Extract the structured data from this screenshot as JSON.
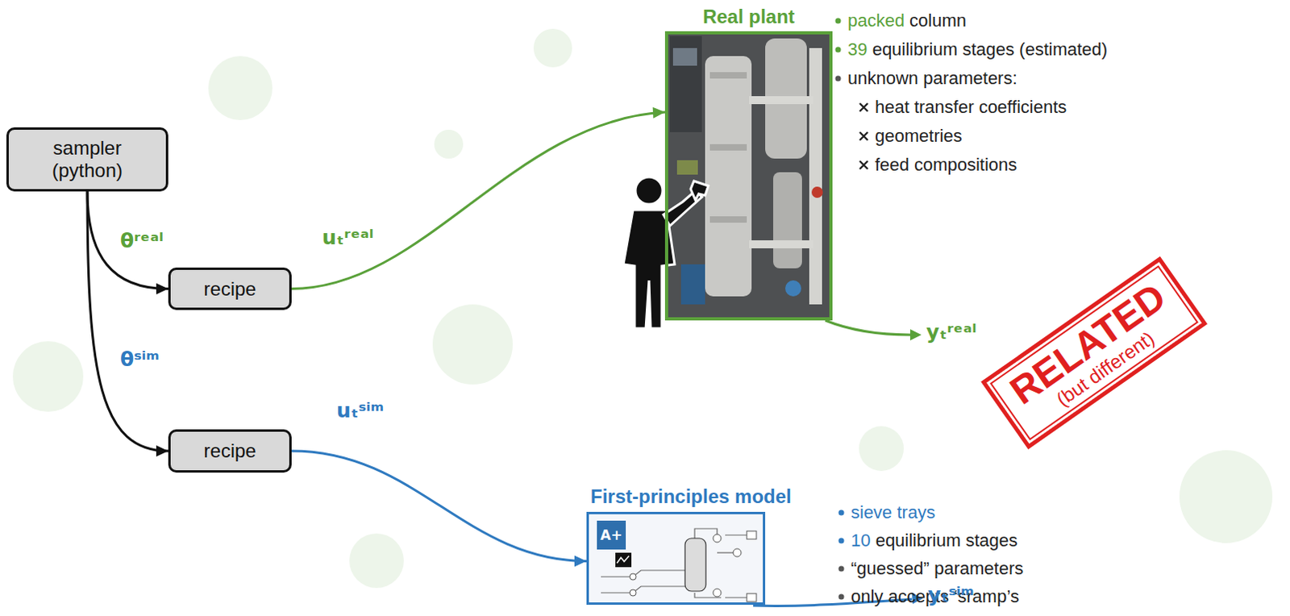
{
  "diagram": {
    "nodes": [
      {
        "text": [
          "sampler (python)"
        ]
      },
      {
        "text": [
          "recipe"
        ]
      },
      {
        "text": [
          "recipe"
        ]
      },
      {
        "text": [
          "Real plant"
        ]
      },
      {
        "text": [
          "First-principles model"
        ]
      }
    ],
    "edges": [
      {
        "from": 0,
        "to": 1,
        "arrow": "to",
        "label": "θʳᵉᵃˡ"
      },
      {
        "from": 0,
        "to": 2,
        "arrow": "to",
        "label": "θˢⁱᵐ"
      },
      {
        "from": 1,
        "to": 3,
        "arrow": "to",
        "label": "uₜʳᵉᵃˡ"
      },
      {
        "from": 2,
        "to": 4,
        "arrow": "to",
        "label": "uₜˢⁱᵐ"
      }
    ],
    "labels": [
      "packed",
      "column",
      "39",
      "equilibrium stages (estimated)",
      "unknown parameters:",
      "heat transfer coefficients",
      "geometries",
      "feed compositions",
      "yₜʳᵉᵃˡ",
      "RELATED",
      "(but different)",
      "sieve trays",
      "10",
      "equilibrium stages",
      "“guessed” parameters",
      "only accepts ‘sramp’s",
      "yₜˢⁱᵐ",
      "A+"
    ]
  }
}
